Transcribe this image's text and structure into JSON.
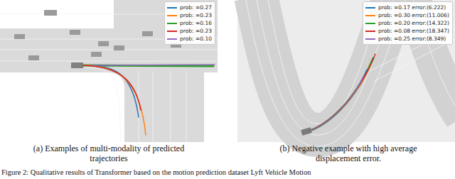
{
  "diagram": {
    "caption": "Figure 2: Qualitative results of Transformer based on the motion prediction dataset Lyft Vehicle Motion",
    "labels": [
      "(a) Examples of multi-modality of predicted trajectories",
      "(b) Negative example with high average displacement error."
    ],
    "legend": [
      {
        "text": "prob: =0.27",
        "color": "#1f77b4"
      },
      {
        "text": "prob: =0.23",
        "color": "#ff7f0e"
      },
      {
        "text": "prob: =0.16",
        "color": "#2ca02c"
      },
      {
        "text": "prob: =0.23",
        "color": "#d62728"
      },
      {
        "text": "prob: =0.10",
        "color": "#9467bd"
      },
      {
        "text": "prob: =0.17 error:(6.222)",
        "color": "#1f77b4"
      },
      {
        "text": "prob: =0.30 error:(11.006)",
        "color": "#ff7f0e"
      },
      {
        "text": "prob: =0.20 error:(14.322)",
        "color": "#2ca02c"
      },
      {
        "text": "prob: =0.08 error:(18.347)",
        "color": "#d62728"
      },
      {
        "text": "prob: =0.25 error:(8.349)",
        "color": "#9467bd"
      }
    ]
  }
}
